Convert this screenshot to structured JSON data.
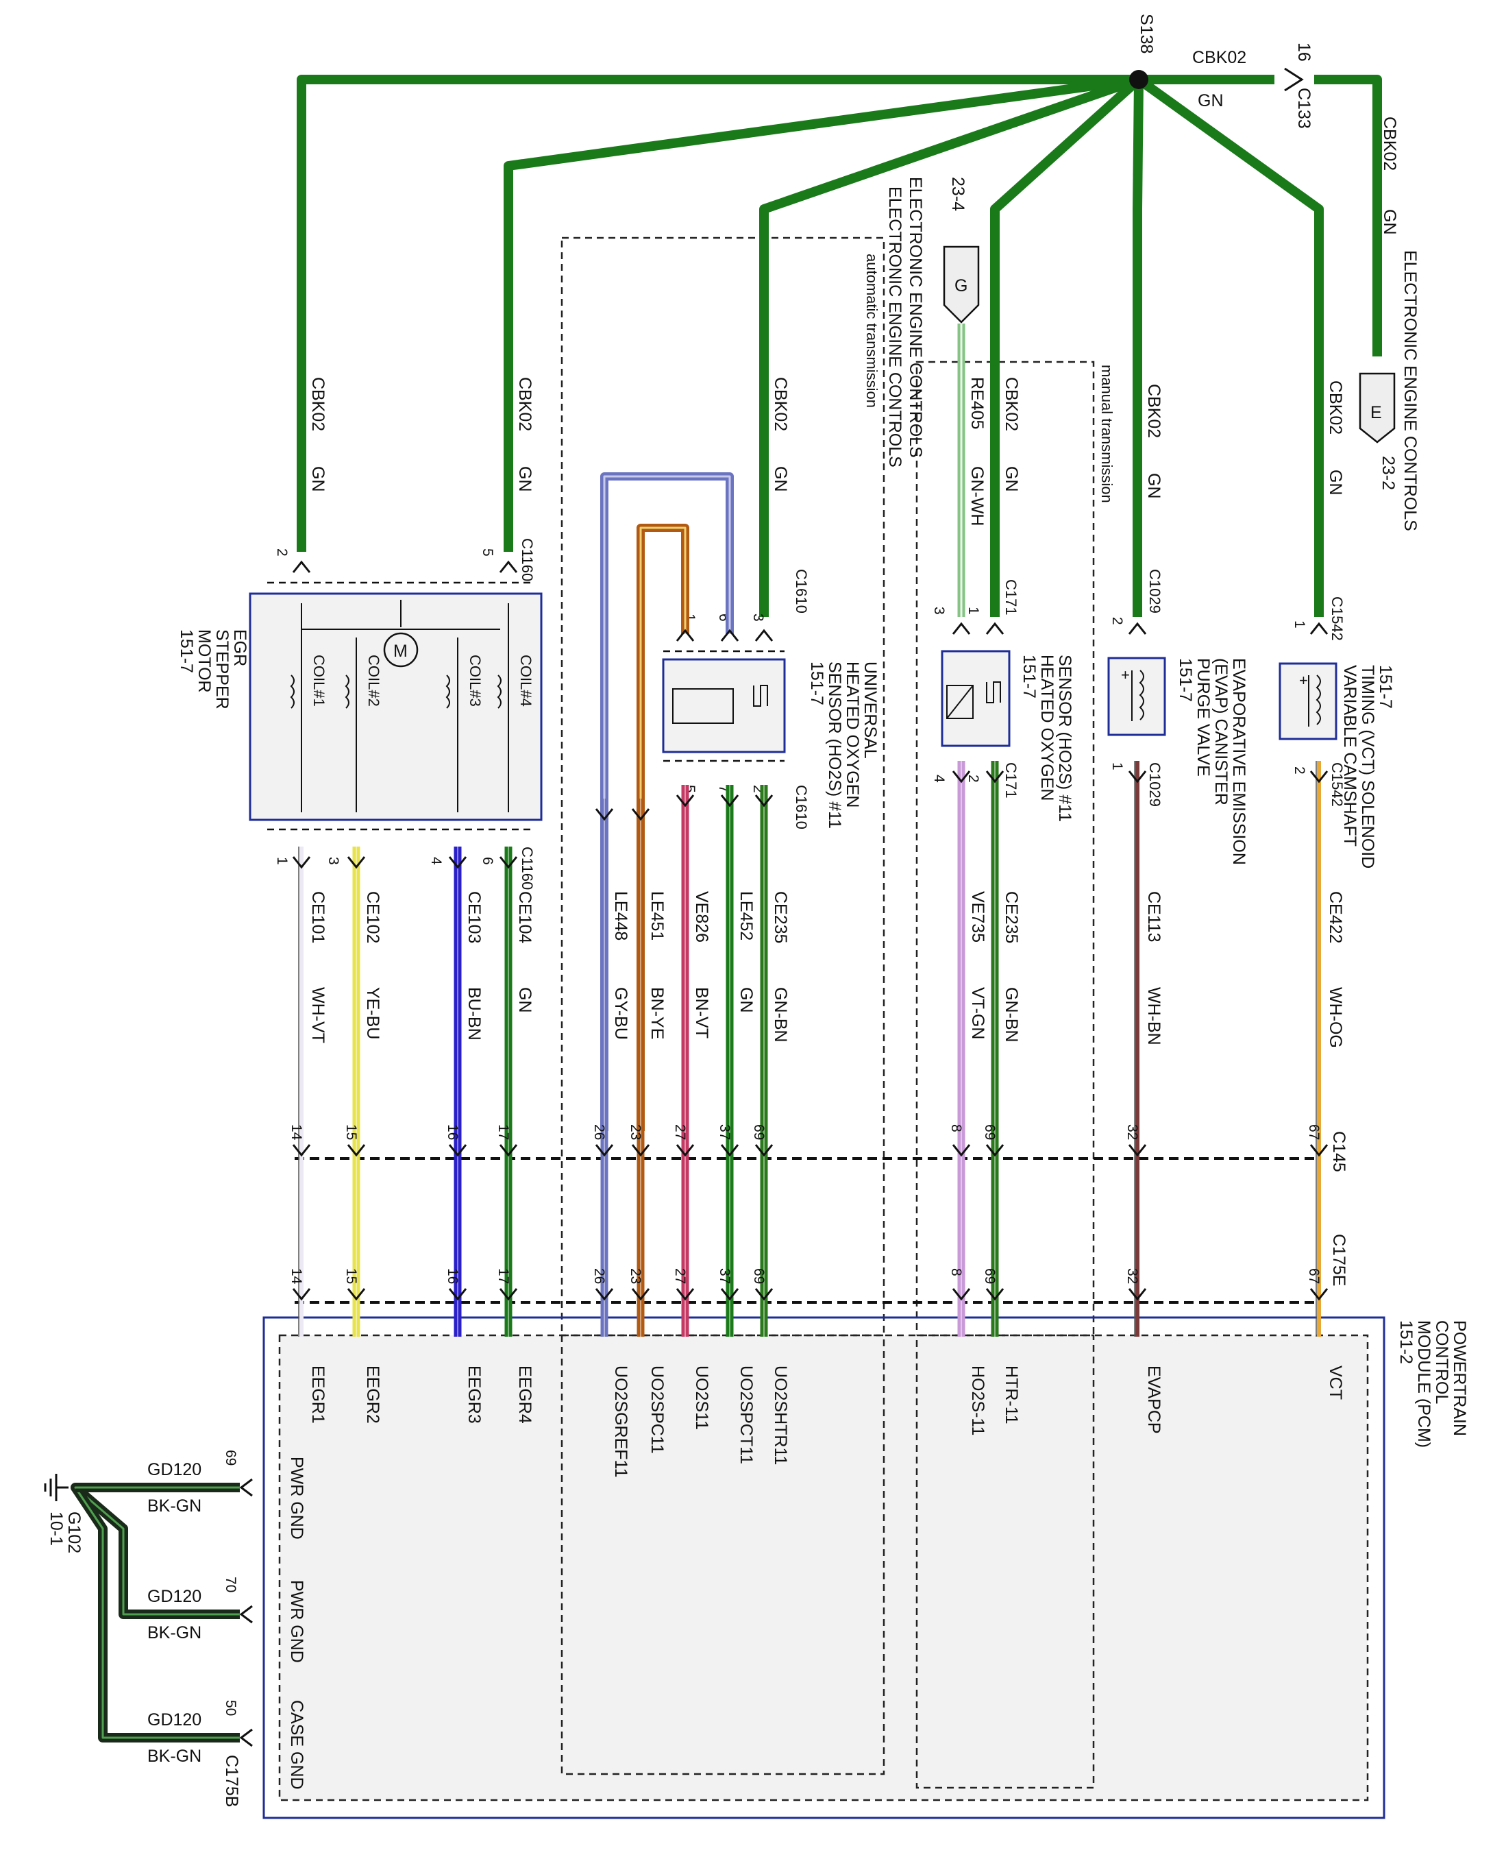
{
  "colors": {
    "GN": "#1a7a1a",
    "WH-VT": "#ece8f4",
    "YE-BU": "#e8e24c",
    "BU-BN": "#2a1fc8",
    "GY-BU": "#6b74c0",
    "BN-YE": "#b25a12",
    "BN-VT": "#c43a64",
    "GN-BN": "#2a7a1c",
    "GN-WH": "#86c486",
    "VT-GN": "#c99ad8",
    "WH-BN": "#7a3a3a",
    "WH-OG": "#e8a838",
    "BK-GN": "#1a2a1a",
    "module_border": "#1f2d99"
  },
  "splice": {
    "name": "S138",
    "circuit": "CBK02",
    "color": "GN",
    "pin": "16",
    "connector": "C133"
  },
  "branch_labels": {
    "egr": {
      "circuit": "CBK02",
      "color": "GN"
    },
    "egr4": {
      "circuit": "CBK02",
      "color": "GN"
    },
    "uho2s": {
      "circuit": "CBK02",
      "color": "GN"
    },
    "ho2s": {
      "circuit": "CBK02",
      "color": "GN"
    },
    "evap": {
      "circuit": "CBK02",
      "color": "GN"
    },
    "vct": {
      "circuit": "CBK02",
      "color": "GN"
    },
    "ece": {
      "circuit": "CBK02",
      "color": "GN"
    }
  },
  "refs": {
    "top": {
      "letter": "E",
      "ref": "23-2",
      "title": "ELECTRONIC ENGINE CONTROLS"
    },
    "mid": {
      "letter": "G",
      "ref": "23-4",
      "title": "ELECTRONIC ENGINE CONTROLS",
      "wire": "RE405",
      "color": "GN-WH"
    }
  },
  "regions": {
    "auto": {
      "line1": "ELECTRONIC ENGINE CONTROLS",
      "line2": "automatic transmission"
    },
    "manual": {
      "line1": "manual transmission"
    }
  },
  "components": {
    "vct": {
      "name": [
        "VARIABLE CAMSHAFT",
        "TIMING (VCT) SOLENOID",
        "151-7"
      ],
      "conn_in": "C1542",
      "pin_in": "1",
      "conn_out": "C1542",
      "pin_out": "2"
    },
    "evap": {
      "name": [
        "EVAPORATIVE EMISSION",
        "(EVAP) CANISTER",
        "PURGE VALVE",
        "151-7"
      ],
      "conn_in": "C1029",
      "pin_in": "2",
      "conn_out": "C1029",
      "pin_out": "1"
    },
    "ho2s": {
      "name": [
        "HEATED OXYGEN",
        "SENSOR (HO2S) #11",
        "151-7"
      ],
      "conn_in": "C171",
      "pins_in": [
        "1",
        "3"
      ],
      "conn_out": "C171",
      "pins_out": [
        "2",
        "4"
      ]
    },
    "uho2s": {
      "name": [
        "UNIVERSAL",
        "HEATED OXYGEN",
        "SENSOR (HO2S) #11",
        "151-7"
      ],
      "conn_in": "C1610",
      "pins_in": [
        "3",
        "6",
        "1"
      ],
      "conn_out": "C1610",
      "pins_out": [
        "2",
        "7",
        "5"
      ]
    },
    "egr": {
      "name": [
        "EGR",
        "STEPPER",
        "MOTOR",
        "151-7"
      ],
      "conn_in": "C1160",
      "pins_in": [
        "5",
        "2"
      ],
      "conn_out": "C1160",
      "pins_out": [
        "6",
        "4",
        "3",
        "1"
      ],
      "coils": [
        "COIL#4",
        "COIL#3",
        "COIL#2",
        "COIL#1"
      ],
      "motor": "M"
    }
  },
  "connectors": {
    "c145": "C145",
    "c175e": "C175E",
    "c175b": "C175B"
  },
  "wires": [
    {
      "circuit": "CE422",
      "color": "WH-OG",
      "pin": "67",
      "pcm_pin": "VCT"
    },
    {
      "circuit": "CE113",
      "color": "WH-BN",
      "pin": "32",
      "pcm_pin": "EVAPCP"
    },
    {
      "circuit": "CE235",
      "color": "GN-BN",
      "pin": "69",
      "pcm_pin": "HTR-11"
    },
    {
      "circuit": "VE735",
      "color": "VT-GN",
      "pin": "8",
      "pcm_pin": "HO2S-11"
    },
    {
      "circuit": "CE235",
      "color": "GN-BN",
      "pin": "69",
      "pcm_pin": "UO2SHTR11"
    },
    {
      "circuit": "LE452",
      "color": "GN",
      "pin": "37",
      "pcm_pin": "UO2SPCT11"
    },
    {
      "circuit": "VE826",
      "color": "BN-VT",
      "pin": "27",
      "pcm_pin": "UO2S11"
    },
    {
      "circuit": "LE451",
      "color": "BN-YE",
      "pin": "23",
      "pcm_pin": "UO2SPC11"
    },
    {
      "circuit": "LE448",
      "color": "GY-BU",
      "pin": "26",
      "pcm_pin": "UO2SGREF11"
    },
    {
      "circuit": "CE104",
      "color": "GN",
      "pin": "17",
      "pcm_pin": "EEGR4"
    },
    {
      "circuit": "CE103",
      "color": "BU-BN",
      "pin": "16",
      "pcm_pin": "EEGR3"
    },
    {
      "circuit": "CE102",
      "color": "YE-BU",
      "pin": "15",
      "pcm_pin": "EEGR2"
    },
    {
      "circuit": "CE101",
      "color": "WH-VT",
      "pin": "14",
      "pcm_pin": "EEGR1"
    }
  ],
  "pcm": {
    "name": [
      "POWERTRAIN",
      "CONTROL",
      "MODULE (PCM)",
      "151-2"
    ]
  },
  "grounds": [
    {
      "circuit": "GD120",
      "color": "BK-GN",
      "pin": "69",
      "pcm_pin": "PWR GND"
    },
    {
      "circuit": "GD120",
      "color": "BK-GN",
      "pin": "70",
      "pcm_pin": "PWR GND"
    },
    {
      "circuit": "GD120",
      "color": "BK-GN",
      "pin": "50",
      "pcm_pin": "CASE GND"
    }
  ],
  "ground_point": {
    "name": "G102",
    "ref": "10-1"
  }
}
